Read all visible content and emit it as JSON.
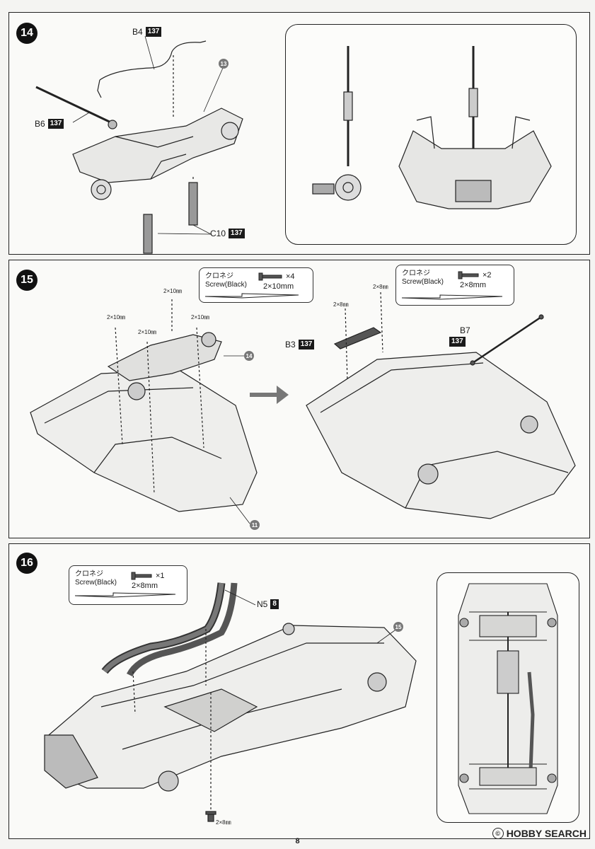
{
  "page_number": "8",
  "watermark": {
    "symbol": "©",
    "text": "HOBBY SEARCH"
  },
  "steps": [
    {
      "number": "14",
      "callouts": [
        {
          "part": "B4",
          "tag": "137"
        },
        {
          "part": "B6",
          "tag": "137"
        },
        {
          "part": "C10",
          "tag": "137"
        }
      ],
      "ref": "13"
    },
    {
      "number": "15",
      "screw_box": {
        "ja": "クロネジ",
        "en": "Screw(Black)",
        "count": "×4",
        "size": "2×10mm"
      },
      "dims": [
        "2×10㎜",
        "2×10㎜",
        "2×10㎜",
        "2×10㎜"
      ],
      "ref_top": "14",
      "ref_bottom": "11",
      "screw_box_2": {
        "ja": "クロネジ",
        "en": "Screw(Black)",
        "count": "×2",
        "size": "2×8mm"
      },
      "dims_right": [
        "2×8㎜",
        "2×8㎜"
      ],
      "callouts": [
        {
          "part": "B3",
          "tag": "137"
        },
        {
          "part": "B7",
          "tag": "137"
        }
      ]
    },
    {
      "number": "16",
      "screw_box": {
        "ja": "クロネジ",
        "en": "Screw(Black)",
        "count": "×1",
        "size": "2×8mm"
      },
      "callouts": [
        {
          "part": "N5",
          "tag": "8"
        }
      ],
      "ref": "15",
      "dim": "2×8㎜"
    }
  ]
}
